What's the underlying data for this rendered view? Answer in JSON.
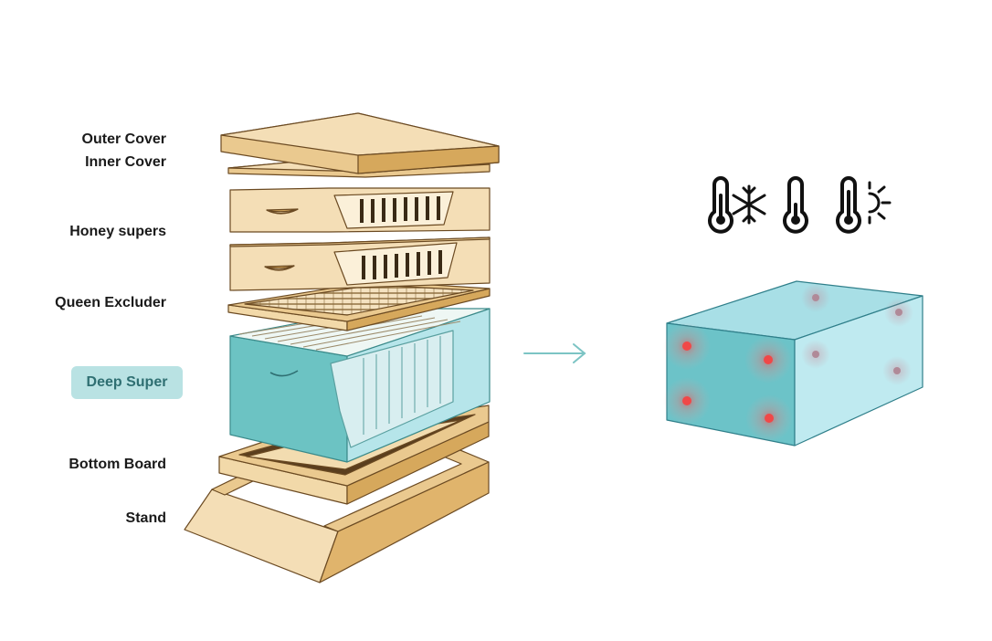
{
  "labels": {
    "outer_cover": "Outer Cover",
    "inner_cover": "Inner Cover",
    "honey_supers": "Honey supers",
    "queen_excluder": "Queen Excluder",
    "deep_super": "Deep Super",
    "bottom_board": "Bottom Board",
    "stand": "Stand"
  },
  "icons": [
    "thermometer-cold-icon",
    "thermometer-icon",
    "thermometer-hot-icon"
  ],
  "colors": {
    "wood_light": "#f4deb6",
    "wood_mid": "#eac98f",
    "wood_dark": "#d6a85c",
    "outline": "#6b4a22",
    "teal": "#6cc3c3",
    "teal_light": "#b6e5ea",
    "highlight": "#b9e2e3",
    "arrow": "#7cc4c4",
    "sensor": "#f04848"
  }
}
